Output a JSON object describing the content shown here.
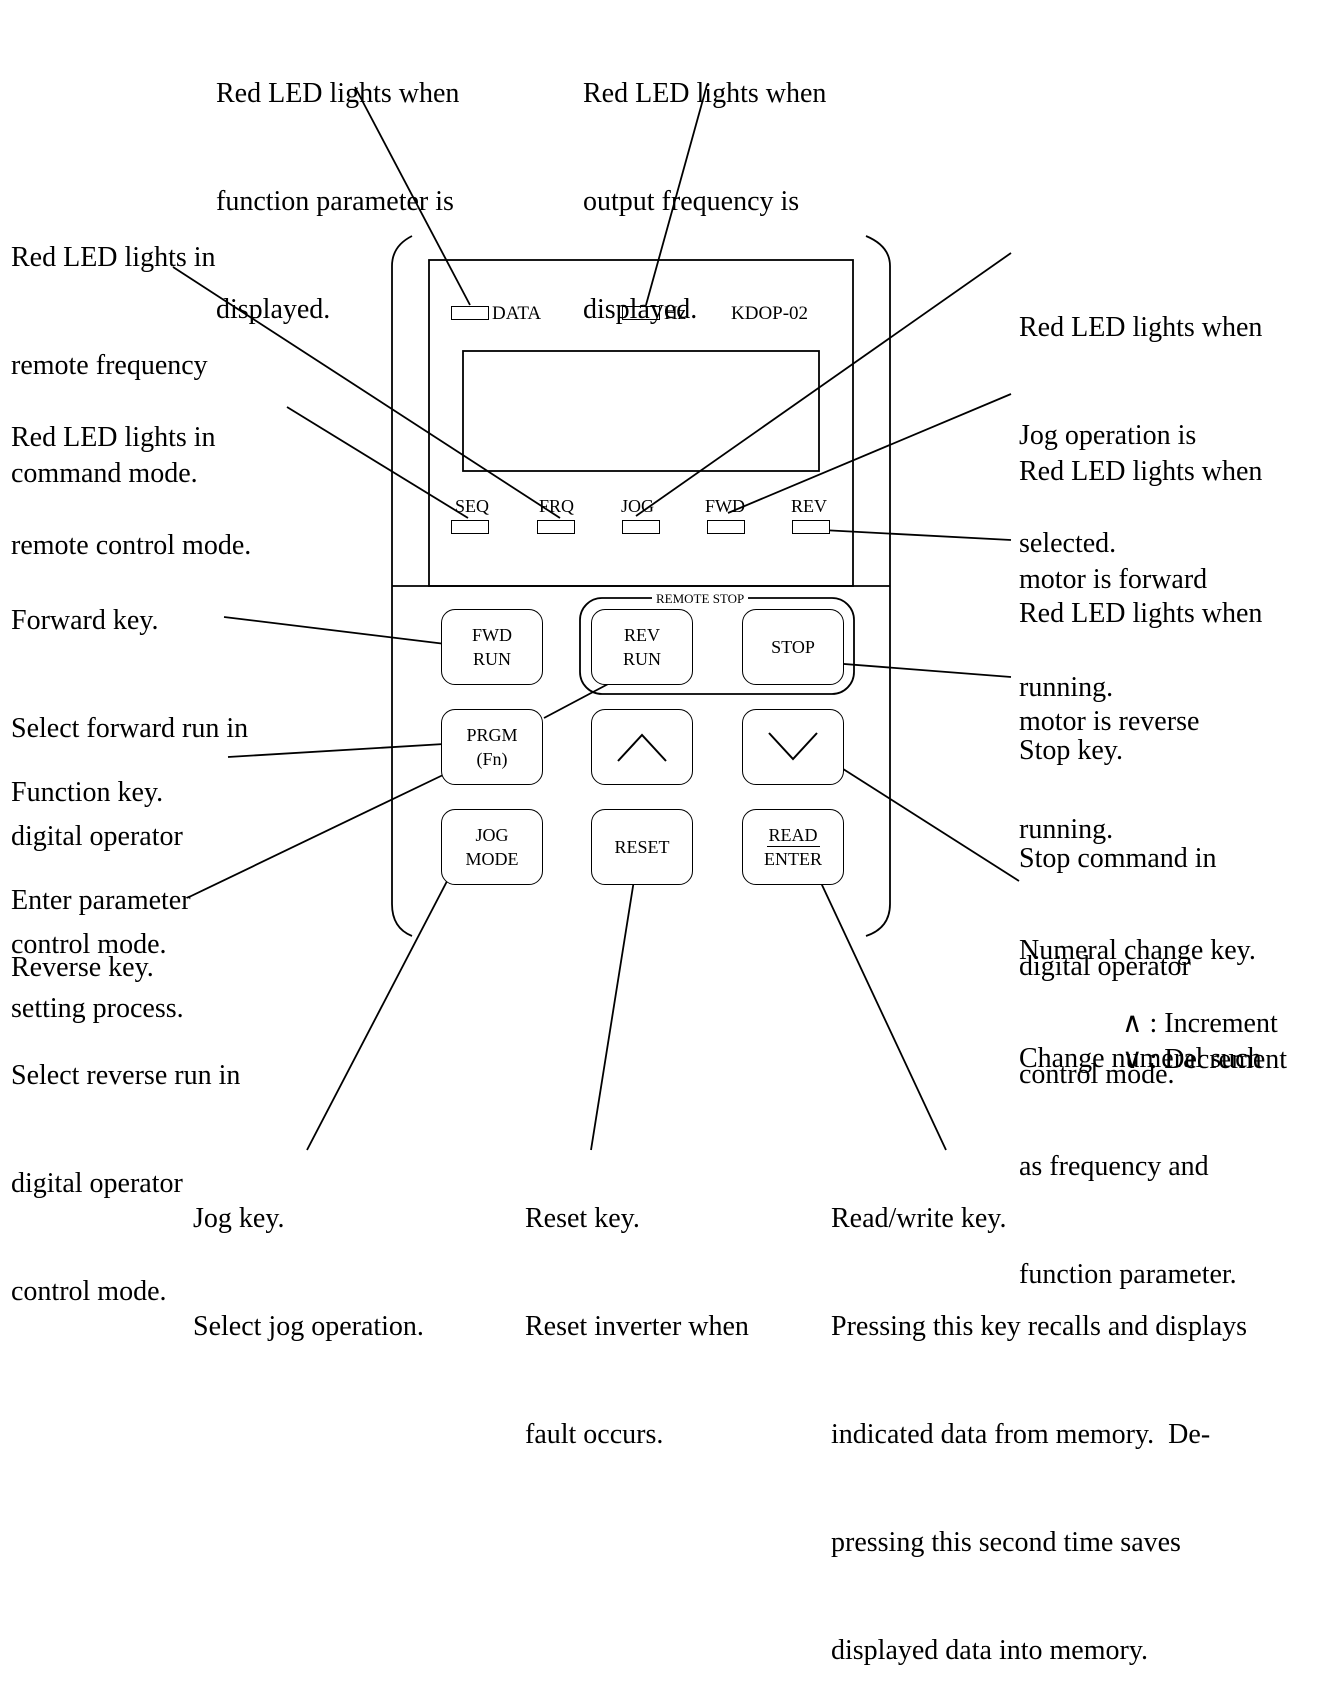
{
  "annotations": {
    "data_led": [
      "Red LED lights when",
      "function parameter is",
      "displayed."
    ],
    "hz_led": [
      "Red LED lights when",
      "output frequency is",
      "displayed."
    ],
    "frq_led": [
      "Red LED lights in",
      "remote frequency",
      "command mode."
    ],
    "seq_led": [
      "Red LED lights in",
      "remote control mode."
    ],
    "jog_led": [
      "Red LED lights when",
      "Jog operation is",
      "selected."
    ],
    "fwd_led": [
      "Red LED lights when",
      "motor is forward",
      "running."
    ],
    "rev_led": [
      "Red LED lights when",
      "motor is reverse",
      "running."
    ],
    "fwd_key": [
      "Forward key.",
      "Select forward run in",
      "digital operator",
      "control mode."
    ],
    "stop_key": [
      "Stop key.",
      "Stop command in",
      "digital operator",
      "control mode."
    ],
    "fn_key": [
      "Function key.",
      "Enter parameter",
      "setting process."
    ],
    "rev_key": [
      "Reverse key.",
      "Select reverse run in",
      "digital operator",
      "control mode."
    ],
    "numeral_key": [
      "Numeral change key.",
      "Change numeral such",
      "as frequency and",
      "function parameter."
    ],
    "increment": "∧ : Increment",
    "decrement": "∨ : Decrement",
    "jog_key": [
      "Jog key.",
      "Select jog operation."
    ],
    "reset_key": [
      "Reset key.",
      "Reset inverter when",
      "fault occurs."
    ],
    "readwrite_key": [
      "Read/write key.",
      "Pressing this key recalls and displays",
      "indicated data from memory.  De-",
      "pressing this second time saves",
      "displayed data into memory."
    ]
  },
  "panel": {
    "model": "KDOP-02",
    "data_label": "DATA",
    "hz_label": "Hz",
    "leds": [
      "SEQ",
      "FRQ",
      "JOG",
      "FWD",
      "REV"
    ],
    "remote_stop_label": "REMOTE STOP",
    "keys": {
      "fwd_run": [
        "FWD",
        "RUN"
      ],
      "rev_run": [
        "REV",
        "RUN"
      ],
      "stop": "STOP",
      "prgm": [
        "PRGM",
        "(Fn)"
      ],
      "jog_mode": [
        "JOG",
        "MODE"
      ],
      "reset": "RESET",
      "read_enter": [
        "READ",
        "ENTER"
      ]
    }
  }
}
